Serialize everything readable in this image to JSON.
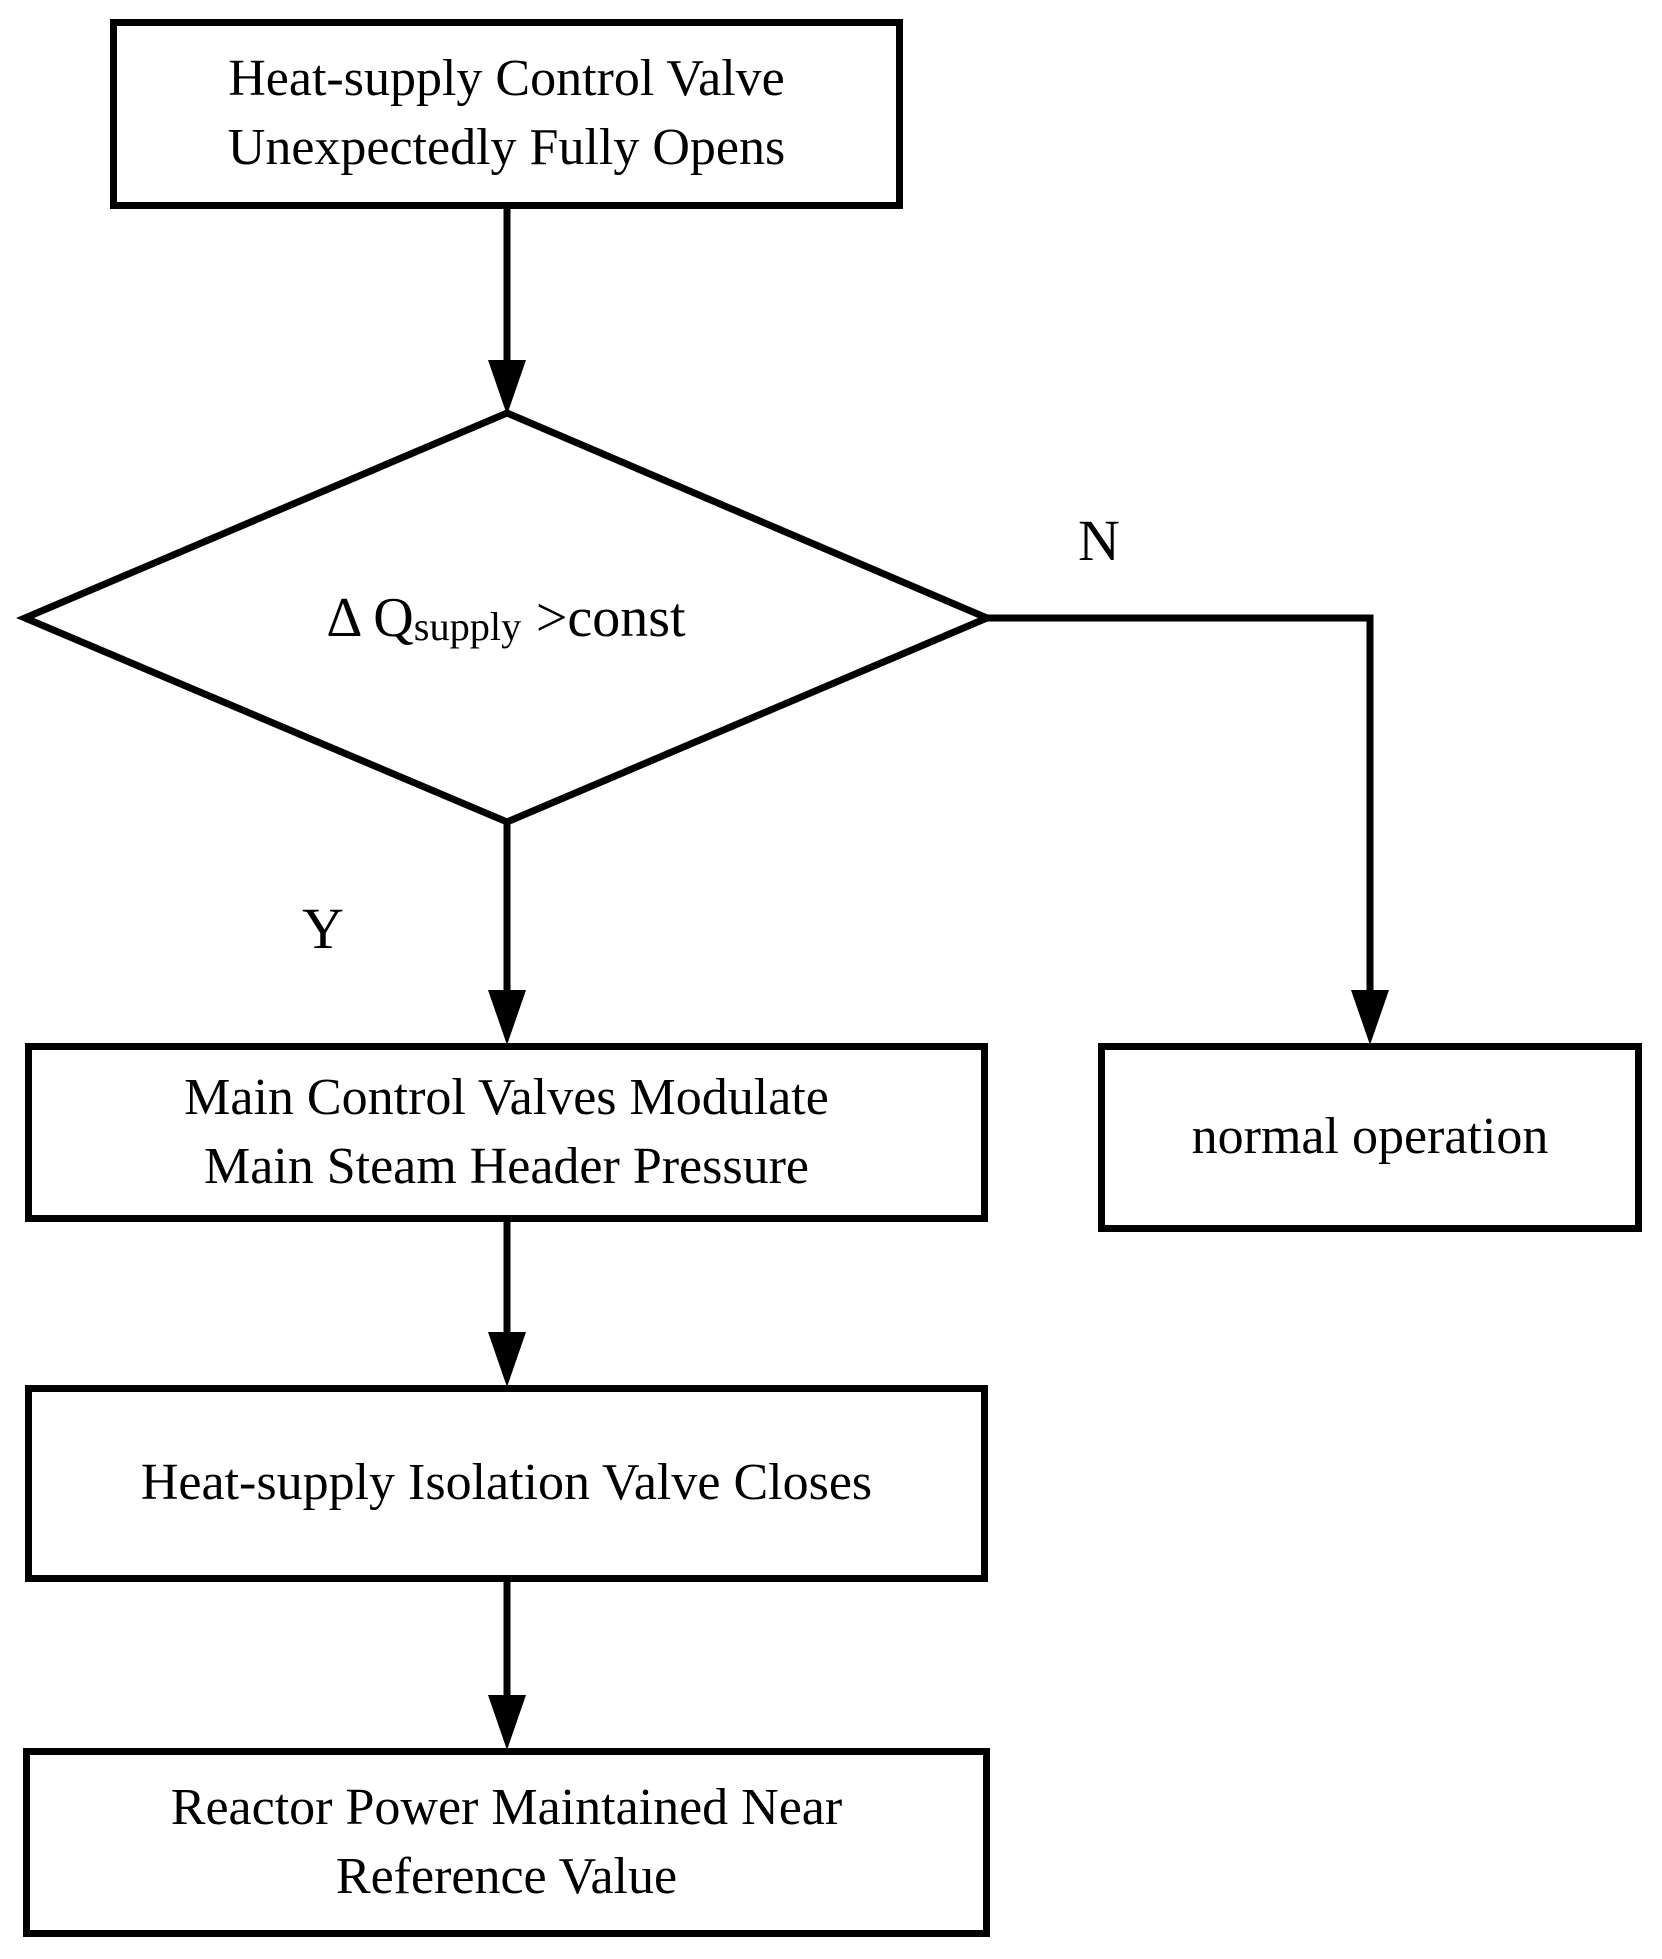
{
  "flowchart": {
    "nodes": {
      "start": {
        "lines": [
          "Heat-supply Control Valve",
          "Unexpectedly Fully Opens"
        ]
      },
      "decision": {
        "prefix": "Δ Q",
        "subscript": "supply",
        "suffix": ">const"
      },
      "modulate": {
        "lines": [
          "Main Control Valves Modulate",
          "Main Steam Header Pressure"
        ]
      },
      "isolate": {
        "lines": [
          "Heat-supply Isolation Valve Closes"
        ]
      },
      "reactor": {
        "lines": [
          "Reactor Power Maintained Near",
          "Reference Value"
        ]
      },
      "normal": {
        "lines": [
          "normal operation"
        ]
      }
    },
    "edge_labels": {
      "no": "N",
      "yes": "Y"
    },
    "colors": {
      "line": "#000000",
      "text": "#000000",
      "background": "#ffffff"
    }
  }
}
